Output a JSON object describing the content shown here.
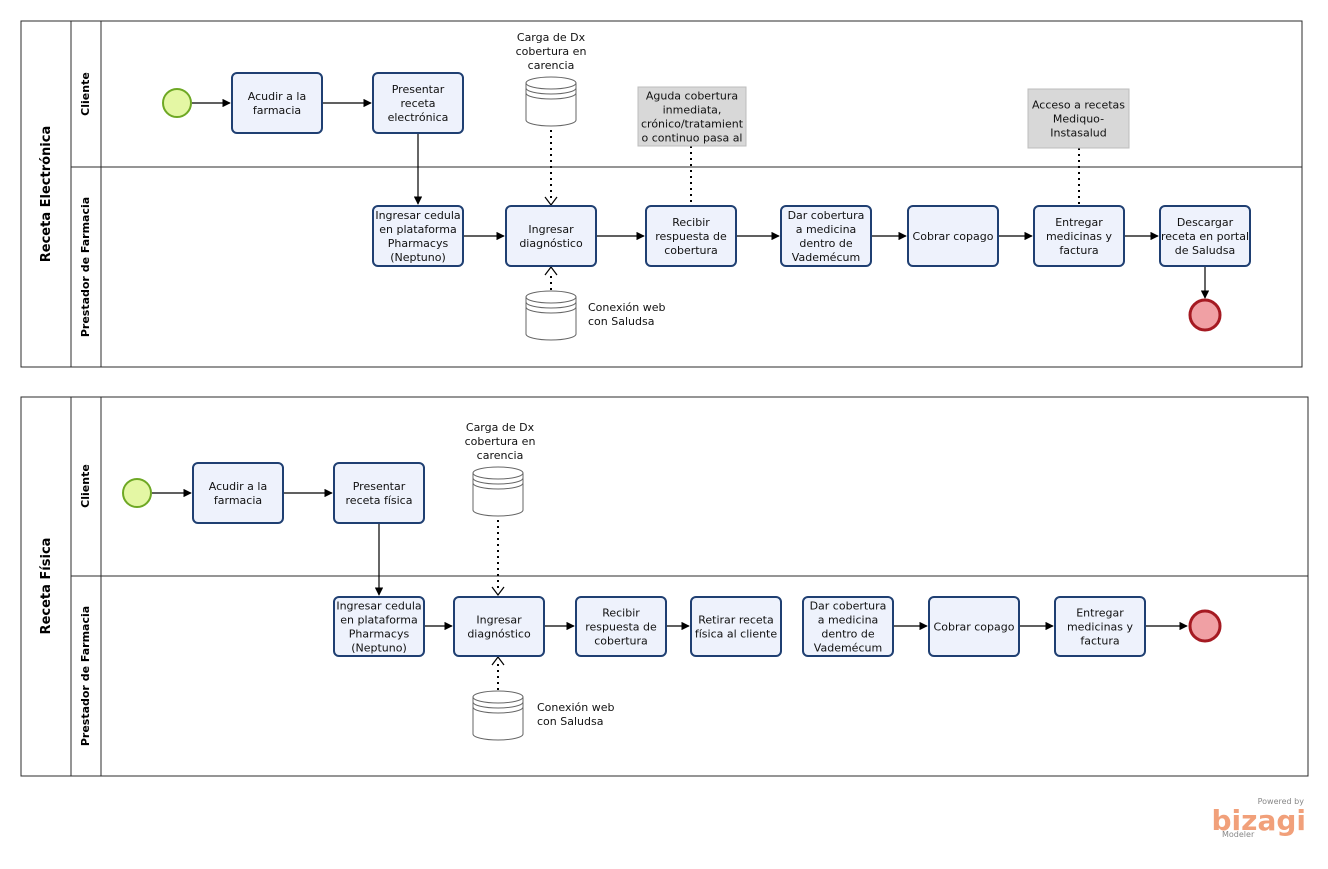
{
  "pools": [
    {
      "title": "Receta Electrónica",
      "lanes": [
        "Cliente",
        "Prestador de Farmacia"
      ],
      "tasks": [
        {
          "id": "e1",
          "lines": [
            "Acudir a la",
            "farmacia"
          ]
        },
        {
          "id": "e2",
          "lines": [
            "Presentar",
            "receta",
            "electrónica"
          ]
        },
        {
          "id": "e3",
          "lines": [
            "Ingresar cedula",
            "en plataforma",
            "Pharmacys",
            "(Neptuno)"
          ]
        },
        {
          "id": "e4",
          "lines": [
            "Ingresar",
            "diagnóstico"
          ]
        },
        {
          "id": "e5",
          "lines": [
            "Recibir",
            "respuesta de",
            "cobertura"
          ]
        },
        {
          "id": "e6",
          "lines": [
            "Dar cobertura",
            "a medicina",
            "dentro de",
            "Vademécum"
          ]
        },
        {
          "id": "e7",
          "lines": [
            "Cobrar copago"
          ]
        },
        {
          "id": "e8",
          "lines": [
            "Entregar",
            "medicinas y",
            "factura"
          ]
        },
        {
          "id": "e9",
          "lines": [
            "Descargar",
            "receta en portal",
            "de Saludsa"
          ]
        }
      ],
      "databases": [
        {
          "id": "ed1",
          "lines": [
            "Carga de Dx",
            "cobertura en",
            "carencia"
          ]
        },
        {
          "id": "ed2",
          "lines": [
            "Conexión web",
            "con Saludsa"
          ]
        }
      ],
      "notes": [
        {
          "id": "en1",
          "lines": [
            "Aguda cobertura",
            "inmediata,",
            "crónico/tratamient",
            "o continuo pasa al"
          ]
        },
        {
          "id": "en2",
          "lines": [
            "Acceso a recetas",
            "Mediquo-",
            "Instasalud"
          ]
        }
      ]
    },
    {
      "title": "Receta Física",
      "lanes": [
        "Cliente",
        "Prestador de Farmacia"
      ],
      "tasks": [
        {
          "id": "f1",
          "lines": [
            "Acudir a la",
            "farmacia"
          ]
        },
        {
          "id": "f2",
          "lines": [
            "Presentar",
            "receta física"
          ]
        },
        {
          "id": "f3",
          "lines": [
            "Ingresar cedula",
            "en plataforma",
            "Pharmacys",
            "(Neptuno)"
          ]
        },
        {
          "id": "f4",
          "lines": [
            "Ingresar",
            "diagnóstico"
          ]
        },
        {
          "id": "f5",
          "lines": [
            "Recibir",
            "respuesta de",
            "cobertura"
          ]
        },
        {
          "id": "f6",
          "lines": [
            "Retirar receta",
            "física al cliente"
          ]
        },
        {
          "id": "f7",
          "lines": [
            "Dar cobertura",
            "a medicina",
            "dentro de",
            "Vademécum"
          ]
        },
        {
          "id": "f8",
          "lines": [
            "Cobrar copago"
          ]
        },
        {
          "id": "f9",
          "lines": [
            "Entregar",
            "medicinas y",
            "factura"
          ]
        }
      ],
      "databases": [
        {
          "id": "fd1",
          "lines": [
            "Carga de Dx",
            "cobertura en",
            "carencia"
          ]
        },
        {
          "id": "fd2",
          "lines": [
            "Conexión web",
            "con Saludsa"
          ]
        }
      ],
      "notes": []
    }
  ],
  "branding": {
    "powered": "Powered by",
    "name": "bizagi",
    "product": "Modeler"
  },
  "colors": {
    "task_fill": "#eef2fc",
    "task_stroke": "#1f3f72",
    "start_fill": "#e4f7a4",
    "start_stroke": "#6ea824",
    "end_fill": "#f0a0a4",
    "end_stroke": "#a51a22",
    "note_fill": "#d8d8d8"
  }
}
